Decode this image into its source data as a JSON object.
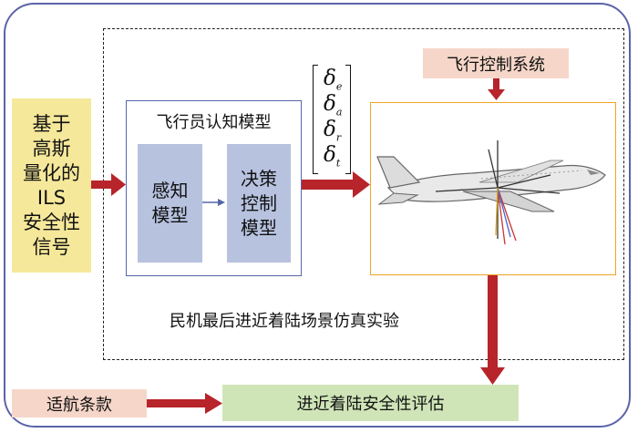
{
  "input_signal": {
    "label": "基于\n高斯\n量化的\nILS\n安全性\n信号"
  },
  "pilot_model": {
    "title": "飞行员认知模型",
    "perception": "感知\n模型",
    "decision": "决策\n控制\n模型"
  },
  "control_vector": [
    {
      "symbol": "δ",
      "sub": "e"
    },
    {
      "symbol": "δ",
      "sub": "a"
    },
    {
      "symbol": "δ",
      "sub": "r"
    },
    {
      "symbol": "δ",
      "sub": "t"
    }
  ],
  "flight_control_system": {
    "label": "飞行控制系统"
  },
  "simulation": {
    "label": "民机最后进近着陆场景仿真实验"
  },
  "regulations": {
    "label": "适航条款"
  },
  "assessment": {
    "label": "进近着陆安全性评估"
  },
  "colors": {
    "frame_border": "#5b63a8",
    "arrow": "#b7242a",
    "input_fill": "#f6e89a",
    "submodel_fill": "#b7c2df",
    "pink_fill": "#f6d6c9",
    "green_fill": "#cfe5b8",
    "plane_border": "#f0a522"
  }
}
